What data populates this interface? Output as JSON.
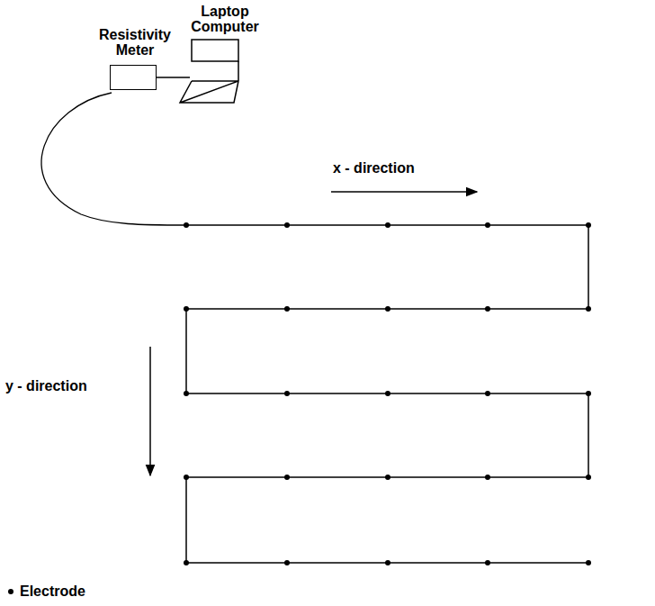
{
  "diagram": {
    "nodes": [
      {
        "text": [
          "Resistivity Meter"
        ]
      },
      {
        "text": [
          "Laptop Computer"
        ]
      }
    ],
    "edges": [
      {
        "from": 0,
        "to": 1,
        "arrow": "none"
      }
    ],
    "labels": [
      "x - direction",
      "y - direction"
    ],
    "legend": [
      {
        "text": "Electrode"
      }
    ]
  }
}
